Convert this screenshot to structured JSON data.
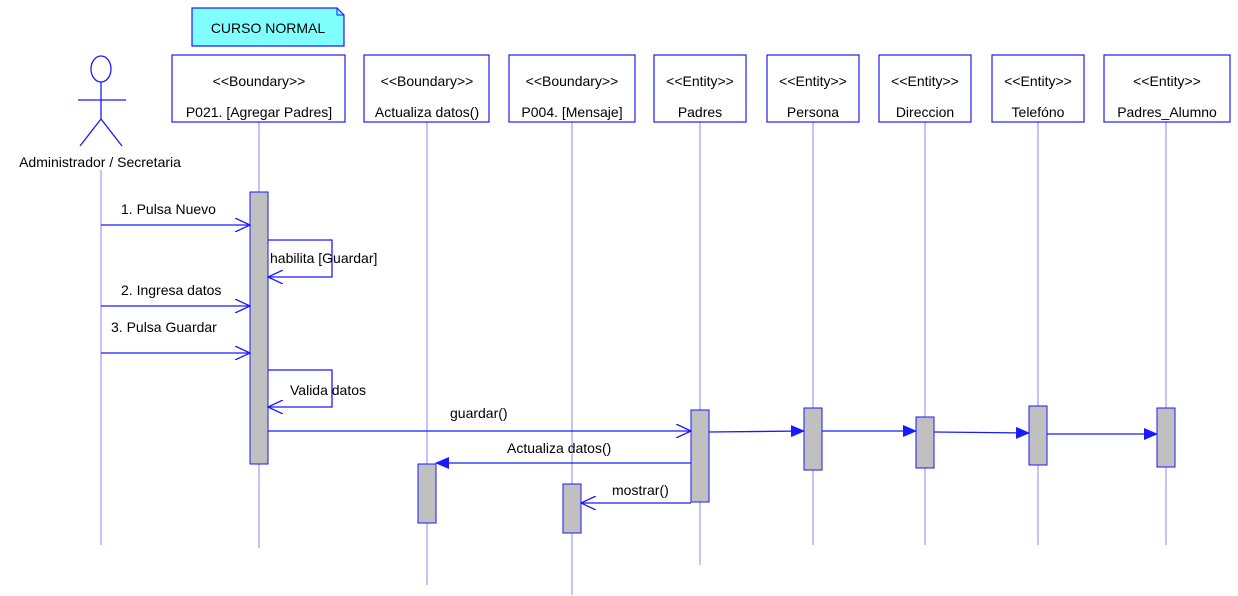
{
  "note": {
    "text": "CURSO NORMAL"
  },
  "colors": {
    "line": "#1a1aff",
    "lifeline": "#8888ee",
    "activation_fill": "#c0c0c0",
    "note_fill": "#80ffff"
  },
  "actor": {
    "name": "Administrador / Secretaria"
  },
  "objects": [
    {
      "stereotype": "<<Boundary>>",
      "name": "P021. [Agregar Padres]"
    },
    {
      "stereotype": "<<Boundary>>",
      "name": "Actualiza datos()"
    },
    {
      "stereotype": "<<Boundary>>",
      "name": "P004. [Mensaje]"
    },
    {
      "stereotype": "<<Entity>>",
      "name": "Padres"
    },
    {
      "stereotype": "<<Entity>>",
      "name": "Persona"
    },
    {
      "stereotype": "<<Entity>>",
      "name": "Direccion"
    },
    {
      "stereotype": "<<Entity>>",
      "name": "Telefóno"
    },
    {
      "stereotype": "<<Entity>>",
      "name": "Padres_Alumno"
    }
  ],
  "messages": [
    {
      "label": "1.  Pulsa Nuevo"
    },
    {
      "label": "habilita [Guardar]"
    },
    {
      "label": "2. Ingresa datos"
    },
    {
      "label": "3. Pulsa Guardar"
    },
    {
      "label": "Valida datos"
    },
    {
      "label": "guardar()"
    },
    {
      "label": "Actualiza datos()"
    },
    {
      "label": "mostrar()"
    }
  ]
}
